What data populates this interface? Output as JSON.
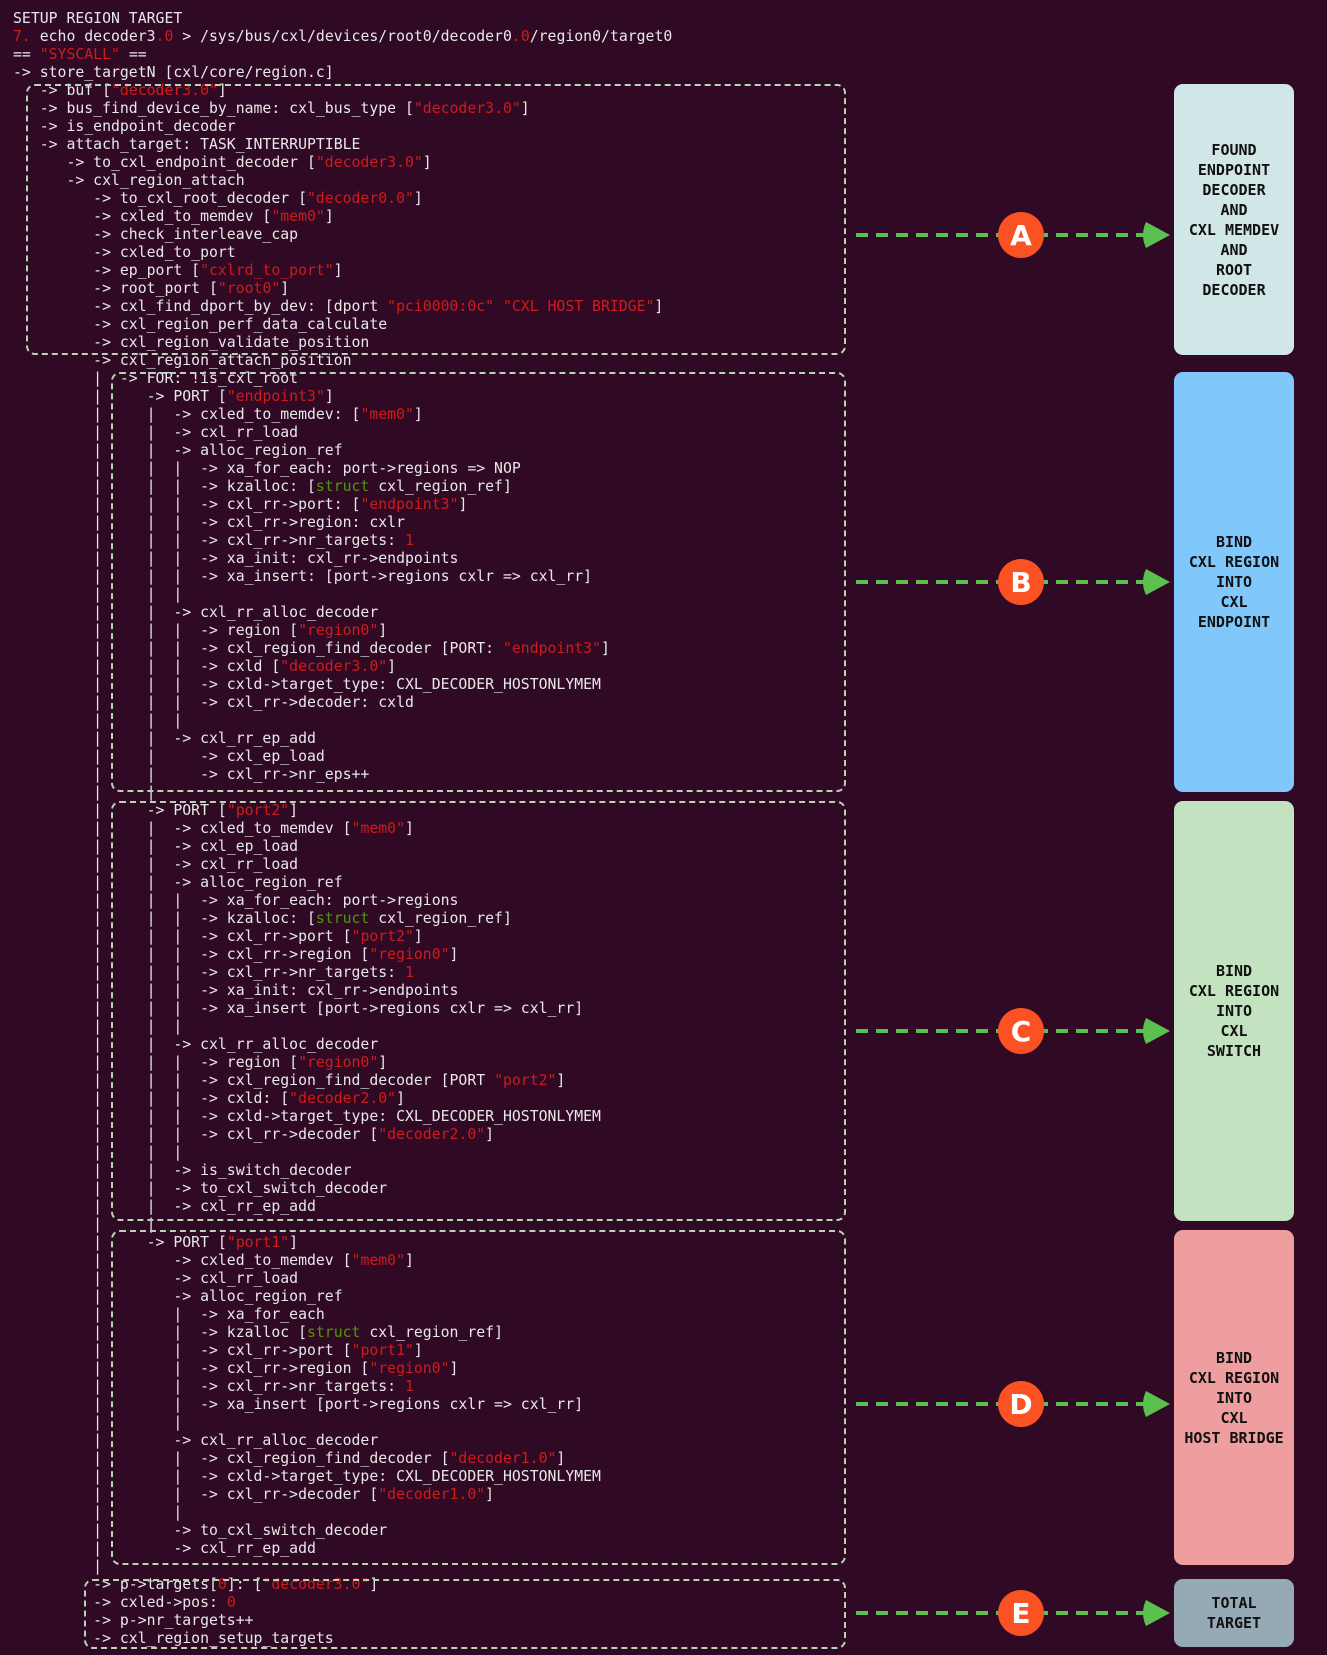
{
  "colors": {
    "background": "#300a24",
    "text": "#e8e8e8",
    "string": "#d01b1b",
    "keyword": "#4e9a06",
    "box_border": "#b8d4b4",
    "arrow": "#5ac04e",
    "badge": "#fb5224"
  },
  "code_lines": [
    [
      "SETUP REGION TARGET"
    ],
    [
      {
        "r": "7."
      },
      " echo decoder3",
      {
        "r": ".0"
      },
      " > /sys/bus/cxl/devices/root0/decoder0",
      {
        "r": ".0"
      },
      "/region0/target0"
    ],
    [
      "== ",
      {
        "r": "\"SYSCALL\""
      },
      " =="
    ],
    [
      "-> store_targetN [cxl/core/region.c]"
    ],
    [
      "   -> buf [",
      {
        "r": "\"decoder3.0\""
      },
      "]"
    ],
    [
      "   -> bus_find_device_by_name: cxl_bus_type [",
      {
        "r": "\"decoder3.0\""
      },
      "]"
    ],
    [
      "   -> is_endpoint_decoder"
    ],
    [
      "   -> attach_target: TASK_INTERRUPTIBLE"
    ],
    [
      "      -> to_cxl_endpoint_decoder [",
      {
        "r": "\"decoder3.0\""
      },
      "]"
    ],
    [
      "      -> cxl_region_attach"
    ],
    [
      "         -> to_cxl_root_decoder [",
      {
        "r": "\"decoder0.0\""
      },
      "]"
    ],
    [
      "         -> cxled_to_memdev [",
      {
        "r": "\"mem0\""
      },
      "]"
    ],
    [
      "         -> check_interleave_cap"
    ],
    [
      "         -> cxled_to_port"
    ],
    [
      "         -> ep_port [",
      {
        "r": "\"cxlrd_to_port\""
      },
      "]"
    ],
    [
      "         -> root_port [",
      {
        "r": "\"root0\""
      },
      "]"
    ],
    [
      "         -> cxl_find_dport_by_dev: [dport ",
      {
        "r": "\"pci0000:0c\" \"CXL HOST BRIDGE\""
      },
      "]"
    ],
    [
      "         -> cxl_region_perf_data_calculate"
    ],
    [
      "         -> cxl_region_validate_position"
    ],
    [
      "         -> cxl_region_attach_position"
    ],
    [
      "         |  -> FOR: !is_cxl_root"
    ],
    [
      "         |     -> PORT [",
      {
        "r": "\"endpoint3\""
      },
      "]"
    ],
    [
      "         |     |  -> cxled_to_memdev: [",
      {
        "r": "\"mem0\""
      },
      "]"
    ],
    [
      "         |     |  -> cxl_rr_load"
    ],
    [
      "         |     |  -> alloc_region_ref"
    ],
    [
      "         |     |  |  -> xa_for_each: port->regions => NOP"
    ],
    [
      "         |     |  |  -> kzalloc: [",
      {
        "g": "struct"
      },
      " cxl_region_ref]"
    ],
    [
      "         |     |  |  -> cxl_rr->port: [",
      {
        "r": "\"endpoint3\""
      },
      "]"
    ],
    [
      "         |     |  |  -> cxl_rr->region: cxlr"
    ],
    [
      "         |     |  |  -> cxl_rr->nr_targets: ",
      {
        "r": "1"
      }
    ],
    [
      "         |     |  |  -> xa_init: cxl_rr->endpoints"
    ],
    [
      "         |     |  |  -> xa_insert: [port->regions cxlr => cxl_rr]"
    ],
    [
      "         |     |  |"
    ],
    [
      "         |     |  -> cxl_rr_alloc_decoder"
    ],
    [
      "         |     |  |  -> region [",
      {
        "r": "\"region0\""
      },
      "]"
    ],
    [
      "         |     |  |  -> cxl_region_find_decoder [PORT: ",
      {
        "r": "\"endpoint3\""
      },
      "]"
    ],
    [
      "         |     |  |  -> cxld [",
      {
        "r": "\"decoder3.0\""
      },
      "]"
    ],
    [
      "         |     |  |  -> cxld->target_type: CXL_DECODER_HOSTONLYMEM"
    ],
    [
      "         |     |  |  -> cxl_rr->decoder: cxld"
    ],
    [
      "         |     |  |"
    ],
    [
      "         |     |  -> cxl_rr_ep_add"
    ],
    [
      "         |     |     -> cxl_ep_load"
    ],
    [
      "         |     |     -> cxl_rr->nr_eps++"
    ],
    [
      "         |     |"
    ],
    [
      "         |     -> PORT [",
      {
        "r": "\"port2\""
      },
      "]"
    ],
    [
      "         |     |  -> cxled_to_memdev [",
      {
        "r": "\"mem0\""
      },
      "]"
    ],
    [
      "         |     |  -> cxl_ep_load"
    ],
    [
      "         |     |  -> cxl_rr_load"
    ],
    [
      "         |     |  -> alloc_region_ref"
    ],
    [
      "         |     |  |  -> xa_for_each: port->regions"
    ],
    [
      "         |     |  |  -> kzalloc: [",
      {
        "g": "struct"
      },
      " cxl_region_ref]"
    ],
    [
      "         |     |  |  -> cxl_rr->port [",
      {
        "r": "\"port2\""
      },
      "]"
    ],
    [
      "         |     |  |  -> cxl_rr->region [",
      {
        "r": "\"region0\""
      },
      "]"
    ],
    [
      "         |     |  |  -> cxl_rr->nr_targets: ",
      {
        "r": "1"
      }
    ],
    [
      "         |     |  |  -> xa_init: cxl_rr->endpoints"
    ],
    [
      "         |     |  |  -> xa_insert [port->regions cxlr => cxl_rr]"
    ],
    [
      "         |     |  |"
    ],
    [
      "         |     |  -> cxl_rr_alloc_decoder"
    ],
    [
      "         |     |  |  -> region [",
      {
        "r": "\"region0\""
      },
      "]"
    ],
    [
      "         |     |  |  -> cxl_region_find_decoder [PORT ",
      {
        "r": "\"port2\""
      },
      "]"
    ],
    [
      "         |     |  |  -> cxld: [",
      {
        "r": "\"decoder2.0\""
      },
      "]"
    ],
    [
      "         |     |  |  -> cxld->target_type: CXL_DECODER_HOSTONLYMEM"
    ],
    [
      "         |     |  |  -> cxl_rr->decoder [",
      {
        "r": "\"decoder2.0\""
      },
      "]"
    ],
    [
      "         |     |  |"
    ],
    [
      "         |     |  -> is_switch_decoder"
    ],
    [
      "         |     |  -> to_cxl_switch_decoder"
    ],
    [
      "         |     |  -> cxl_rr_ep_add"
    ],
    [
      "         |     |"
    ],
    [
      "         |     -> PORT [",
      {
        "r": "\"port1\""
      },
      "]"
    ],
    [
      "         |        -> cxled_to_memdev [",
      {
        "r": "\"mem0\""
      },
      "]"
    ],
    [
      "         |        -> cxl_rr_load"
    ],
    [
      "         |        -> alloc_region_ref"
    ],
    [
      "         |        |  -> xa_for_each"
    ],
    [
      "         |        |  -> kzalloc [",
      {
        "g": "struct"
      },
      " cxl_region_ref]"
    ],
    [
      "         |        |  -> cxl_rr->port [",
      {
        "r": "\"port1\""
      },
      "]"
    ],
    [
      "         |        |  -> cxl_rr->region [",
      {
        "r": "\"region0\""
      },
      "]"
    ],
    [
      "         |        |  -> cxl_rr->nr_targets: ",
      {
        "r": "1"
      }
    ],
    [
      "         |        |  -> xa_insert [port->regions cxlr => cxl_rr]"
    ],
    [
      "         |        |"
    ],
    [
      "         |        -> cxl_rr_alloc_decoder"
    ],
    [
      "         |        |  -> cxl_region_find_decoder [",
      {
        "r": "\"decoder1.0\""
      },
      "]"
    ],
    [
      "         |        |  -> cxld->target_type: CXL_DECODER_HOSTONLYMEM"
    ],
    [
      "         |        |  -> cxl_rr->decoder [",
      {
        "r": "\"decoder1.0\""
      },
      "]"
    ],
    [
      "         |        |"
    ],
    [
      "         |        -> to_cxl_switch_decoder"
    ],
    [
      "         |        -> cxl_rr_ep_add"
    ],
    [
      "         |"
    ],
    [
      "         -> p->targets[",
      {
        "r": "0"
      },
      "]: [",
      {
        "r": "\"decoder3.0\""
      },
      "]"
    ],
    [
      "         -> cxled->pos: ",
      {
        "r": "0"
      }
    ],
    [
      "         -> p->nr_targets++"
    ],
    [
      "         -> cxl_region_setup_targets"
    ]
  ],
  "steps": [
    {
      "badge": "A",
      "label": "FOUND\nENDPOINT\nDECODER\nAND\nCXL MEMDEV\nAND\nROOT\nDECODER",
      "color": "#d1e6e6"
    },
    {
      "badge": "B",
      "label": "BIND\nCXL REGION\nINTO\nCXL\nENDPOINT",
      "color": "#80c8fc"
    },
    {
      "badge": "C",
      "label": "BIND\nCXL REGION\nINTO\nCXL\nSWITCH",
      "color": "#c2e2c0"
    },
    {
      "badge": "D",
      "label": "BIND\nCXL REGION\nINTO\nCXL\nHOST BRIDGE",
      "color": "#ee9e9e"
    },
    {
      "badge": "E",
      "label": "TOTAL\nTARGET",
      "color": "#96aab6"
    }
  ]
}
